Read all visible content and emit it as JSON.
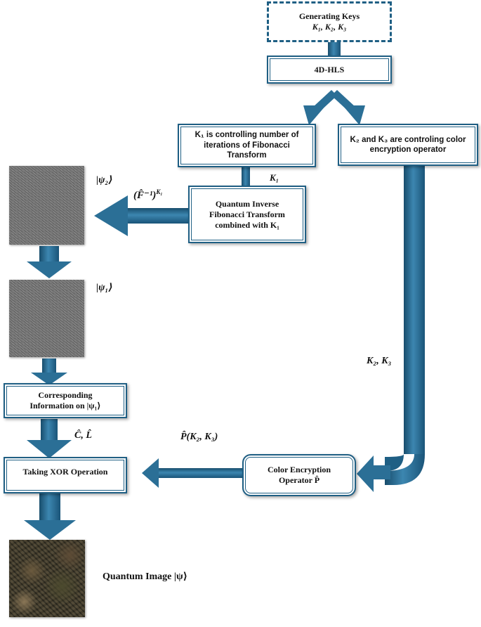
{
  "boxes": {
    "generating_keys": {
      "line1": "Generating Keys",
      "line2": "K₁, K₂, K₃"
    },
    "hls": "4D-HLS",
    "k1_control": {
      "line1": "K₁ is controlling number of",
      "line2": "iterations of Fibonacci",
      "line3": "Transform"
    },
    "k2k3_control": {
      "line1": "K₂ and K₃ are controling color",
      "line2": "encryption operator"
    },
    "inverse_fib": {
      "line1": "Quantum Inverse",
      "line2": "Fibonacci Transform",
      "line3": "combined with K₁"
    },
    "corresponding": {
      "line1": "Corresponding",
      "line2": "Information on |ψ₁⟩"
    },
    "xor": "Taking XOR Operation",
    "color_enc": {
      "line1": "Color Encryption",
      "line2": "Operator P̂"
    }
  },
  "labels": {
    "psi2": "|ψ₂⟩",
    "psi1": "|ψ₁⟩",
    "k1": "K₁",
    "f_inv": "(F̂⁻¹)",
    "f_inv_sup": "K₁",
    "k2k3": "K₂, K₃",
    "c_l": "Ĉ, L̂",
    "p_k": "P̂(K₂, K₃)",
    "quantum_image": "Quantum Image |ψ⟩"
  },
  "colors": {
    "arrow_dark": "#1f5f84",
    "arrow_light": "#4f96bd",
    "box_border": "#1f5f84"
  }
}
